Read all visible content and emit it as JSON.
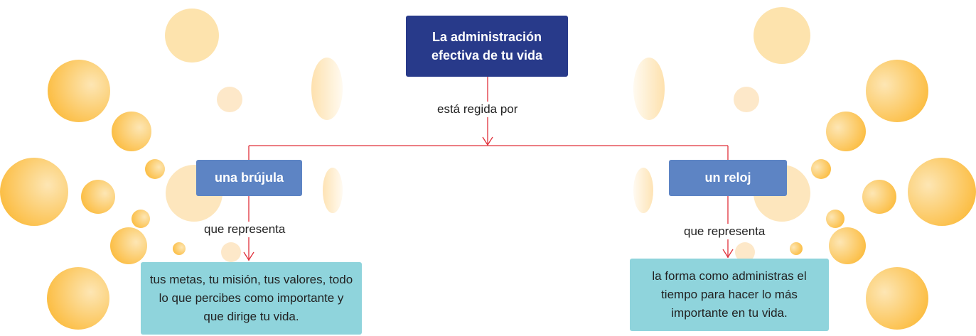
{
  "diagram": {
    "root": {
      "label": "La administración efectiva de tu vida"
    },
    "root_relation": "está regida por",
    "left": {
      "label": "una brújula",
      "relation": "que representa",
      "detail": "tus metas, tu misión, tus valores, todo lo que percibes como importante y que dirige tu vida."
    },
    "right": {
      "label": "un reloj",
      "relation": "que representa",
      "detail": "la forma como administras el tiempo para hacer lo más importante en tu vida."
    }
  },
  "colors": {
    "root_box": "#283a8a",
    "branch_box": "#5d84c4",
    "leaf_box": "#8fd4dc",
    "connector": "#e0303a",
    "bubble_light": "#fde6b4",
    "bubble_dark": "#fbb937"
  }
}
